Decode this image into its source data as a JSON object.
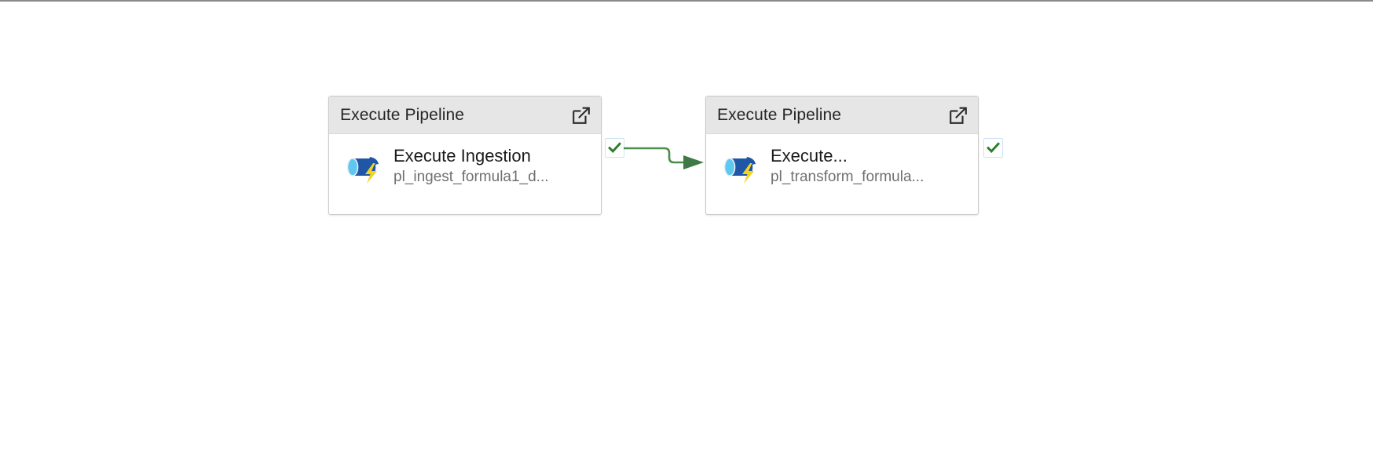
{
  "canvas": {
    "background_color": "#ffffff",
    "border_color": "#8a8a8a"
  },
  "nodes": [
    {
      "id": "execute-ingestion",
      "header_label": "Execute Pipeline",
      "open_icon": "open-in-new-window-icon",
      "activity_icon": "execute-pipeline-icon",
      "title": "Execute Ingestion",
      "subtitle": "pl_ingest_formula1_d...",
      "status": "succeeded",
      "status_icon": "green-check-icon"
    },
    {
      "id": "execute-transform",
      "header_label": "Execute Pipeline",
      "open_icon": "open-in-new-window-icon",
      "activity_icon": "execute-pipeline-icon",
      "title": "Execute...",
      "subtitle": "pl_transform_formula...",
      "status": "succeeded",
      "status_icon": "green-check-icon"
    }
  ],
  "connector": {
    "from": "execute-ingestion",
    "to": "execute-transform",
    "condition": "success",
    "color": "#4a8f4a",
    "arrow_icon": "arrow-right-icon"
  },
  "colors": {
    "header_bg": "#e6e6e6",
    "card_bg": "#ffffff",
    "card_border": "#c8c8c8",
    "title_text": "#1b1b1b",
    "subtitle_text": "#707070",
    "success_green": "#2e7d2e",
    "connector_green": "#4a8f4a",
    "status_border": "#cfe3f6",
    "icon_blue": "#1f57a6",
    "icon_blue_light": "#5ec8f0",
    "icon_yellow": "#f5d21e"
  }
}
